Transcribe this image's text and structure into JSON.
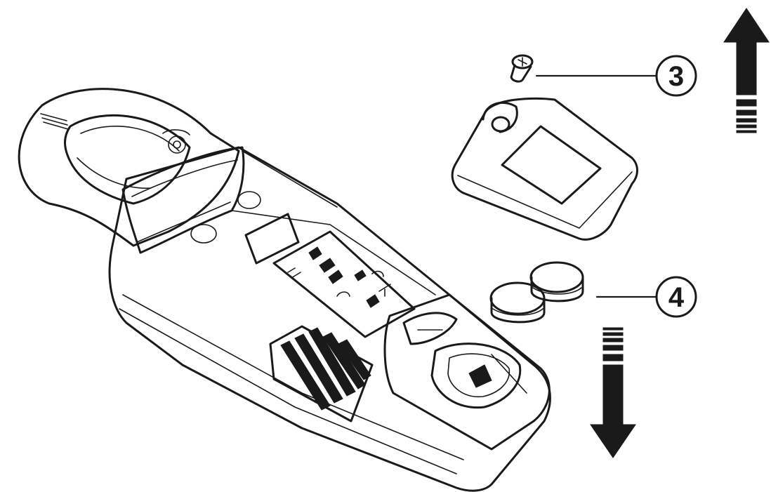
{
  "callouts": [
    {
      "id": "screw",
      "label": "3"
    },
    {
      "id": "batteries",
      "label": "4"
    }
  ],
  "directions": [
    {
      "id": "cover-removal",
      "direction": "up"
    },
    {
      "id": "battery-insertion",
      "direction": "down"
    }
  ],
  "colors": {
    "ink": "#1a1a1a",
    "background": "#ffffff"
  }
}
